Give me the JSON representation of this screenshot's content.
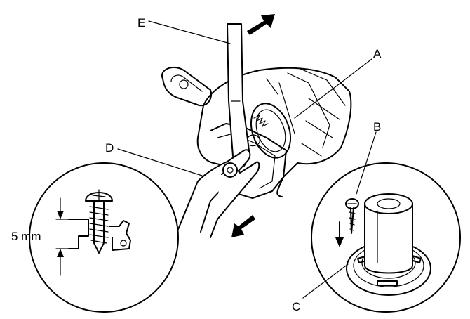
{
  "labels": {
    "A": "A",
    "B": "B",
    "C": "C",
    "D": "D",
    "E": "E"
  },
  "dimension": "5 mm"
}
